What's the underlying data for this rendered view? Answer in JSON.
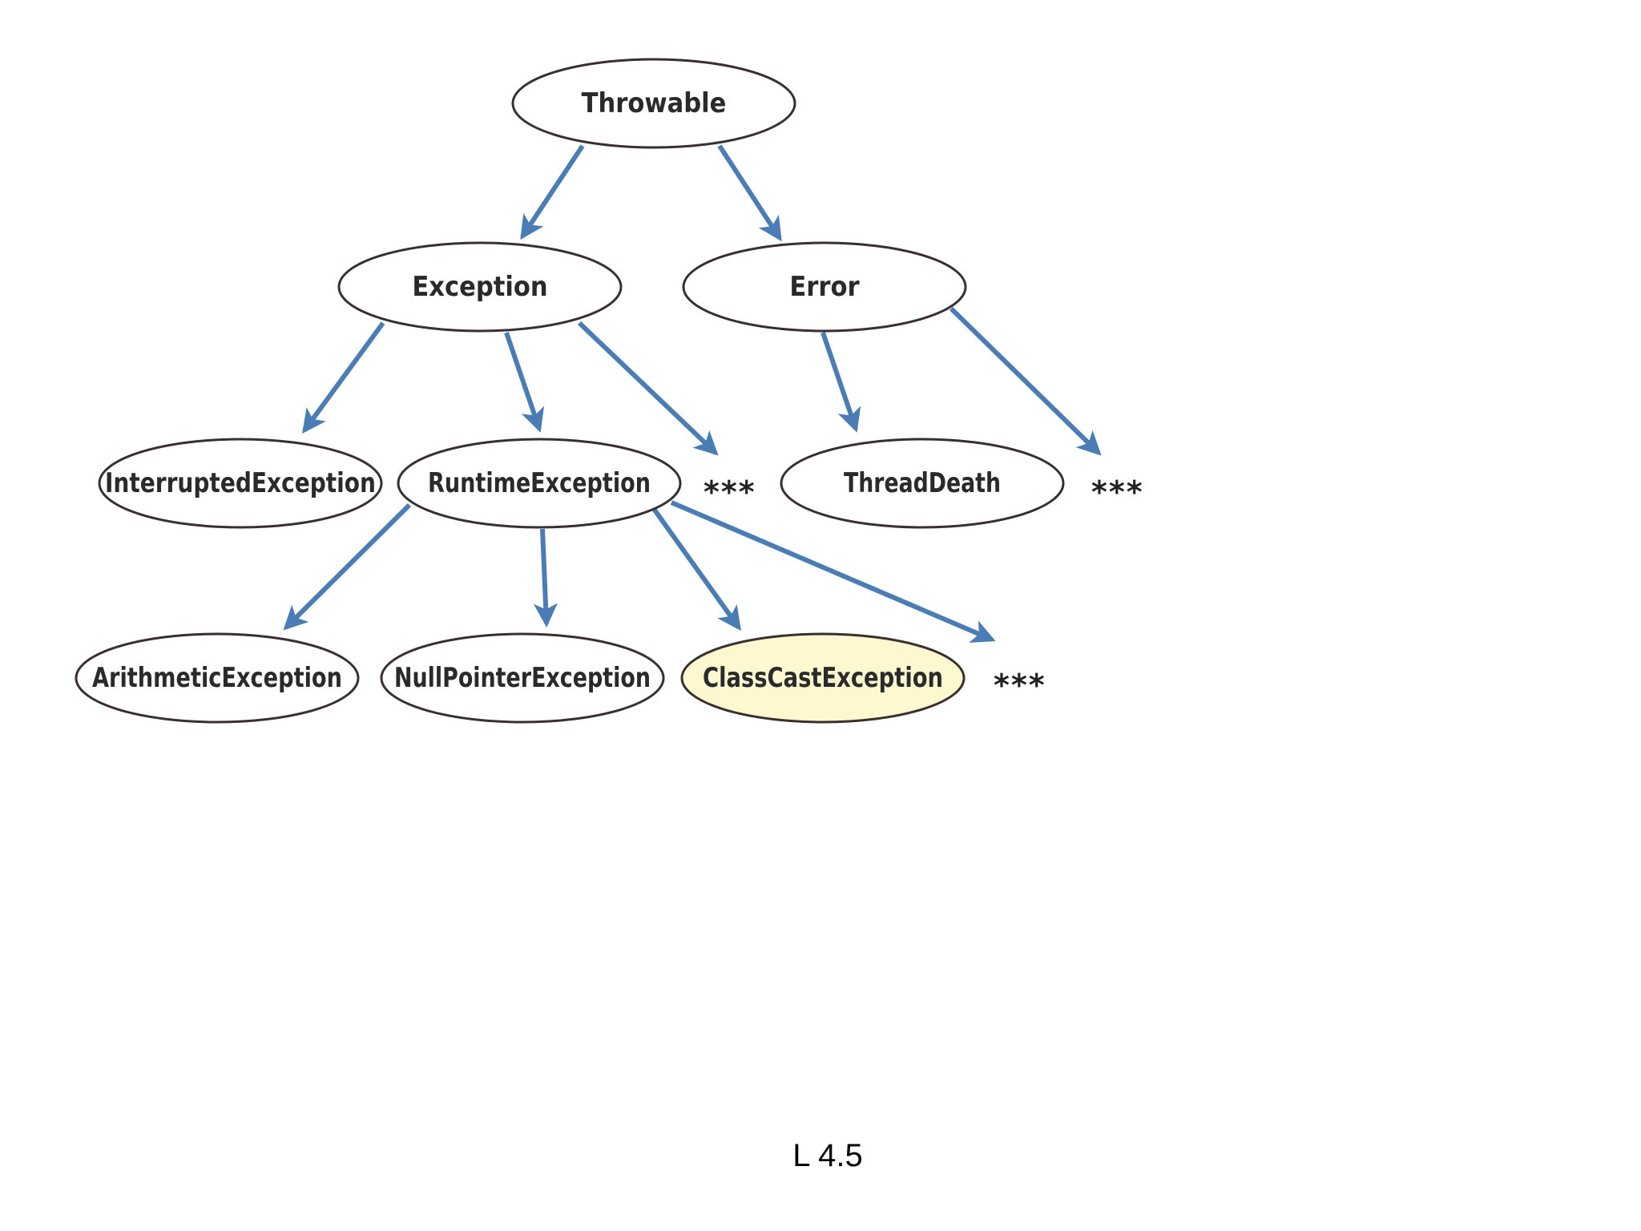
{
  "diagram": {
    "nodes": {
      "throwable": "Throwable",
      "exception": "Exception",
      "error": "Error",
      "interrupted": "InterruptedException",
      "runtime": "RuntimeException",
      "thread_death": "ThreadDeath",
      "arithmetic": "ArithmeticException",
      "null_pointer": "NullPointerException",
      "class_cast": "ClassCastException"
    },
    "more_marker": "***",
    "colors": {
      "arrow": "#4a7db5",
      "node_border": "#3a2f2f",
      "node_fill": "#ffffff",
      "highlight_fill": "#fdf8cf"
    }
  },
  "footer": {
    "slide_number": "L 4.5"
  }
}
